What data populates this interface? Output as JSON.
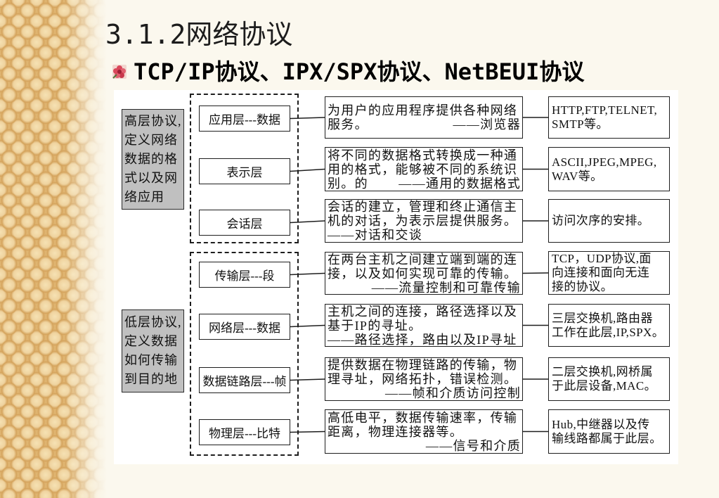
{
  "slide": {
    "title": "3.1.2网络协议",
    "bullet": {
      "icon": "flower-bullet-icon",
      "text": "TCP/IP协议、IPX/SPX协议、NetBEUI协议"
    }
  },
  "diagram": {
    "groups": [
      {
        "lines": [
          "高层协议,",
          "定义网络",
          "数据的格",
          "式以及网",
          "络应用"
        ]
      },
      {
        "lines": [
          "低层协议,",
          "定义数据",
          "如何传输",
          "到目的地"
        ]
      }
    ],
    "layers": [
      {
        "name": "应用层---数据",
        "desc": {
          "lines": [
            "为用户的应用程序提供各种网络",
            "服务。"
          ],
          "note": "——浏览器"
        },
        "examples": [
          "HTTP,FTP,TELNET,",
          "SMTP等。"
        ]
      },
      {
        "name": "表示层",
        "desc": {
          "lines": [
            "将不同的数据格式转换成一种通",
            "用的格式，能够被不同的系统识",
            "别。的"
          ],
          "note": "——通用的数据格式"
        },
        "examples": [
          "ASCII,JPEG,MPEG,",
          "WAV等。"
        ]
      },
      {
        "name": "会话层",
        "desc": {
          "lines": [
            "会话的建立，管理和终止通信主",
            "机的对话，为表示层提供服务。"
          ],
          "note": "——对话和交谈"
        },
        "examples": [
          "访问次序的安排。"
        ]
      },
      {
        "name": "传输层---段",
        "desc": {
          "lines": [
            "在两台主机之间建立端到端的连",
            "接，以及如何实现可靠的传输。"
          ],
          "note": "——流量控制和可靠传输"
        },
        "examples": [
          "TCP，UDP协议,面",
          "向连接和面向无连",
          "接的协议。"
        ]
      },
      {
        "name": "网络层---数据",
        "desc": {
          "lines": [
            "主机之间的连接，路径选择以及",
            "基于IP的寻址。"
          ],
          "note": "——路径选择，路由以及IP寻址"
        },
        "examples": [
          "三层交换机,路由器",
          "工作在此层,IP,SPX。"
        ]
      },
      {
        "name": "数据链路层---帧",
        "desc": {
          "lines": [
            "提供数据在物理链路的传输，物",
            "理寻址，网络拓扑，错误检测。"
          ],
          "note": "——帧和介质访问控制"
        },
        "examples": [
          "二层交换机,网桥属",
          "于此层设备,MAC。"
        ]
      },
      {
        "name": "物理层---比特",
        "desc": {
          "lines": [
            "高低电平，数据传输速率，传输",
            "距离，物理连接器等。"
          ],
          "note": "——信号和介质"
        },
        "examples": [
          "Hub,中继器以及传",
          "输线路都属于此层。"
        ]
      }
    ]
  },
  "colors": {
    "background": "#fbf8ee",
    "strip": "#dfb470",
    "group_fill": "#c0c0c0",
    "border": "#1e1e1e"
  }
}
